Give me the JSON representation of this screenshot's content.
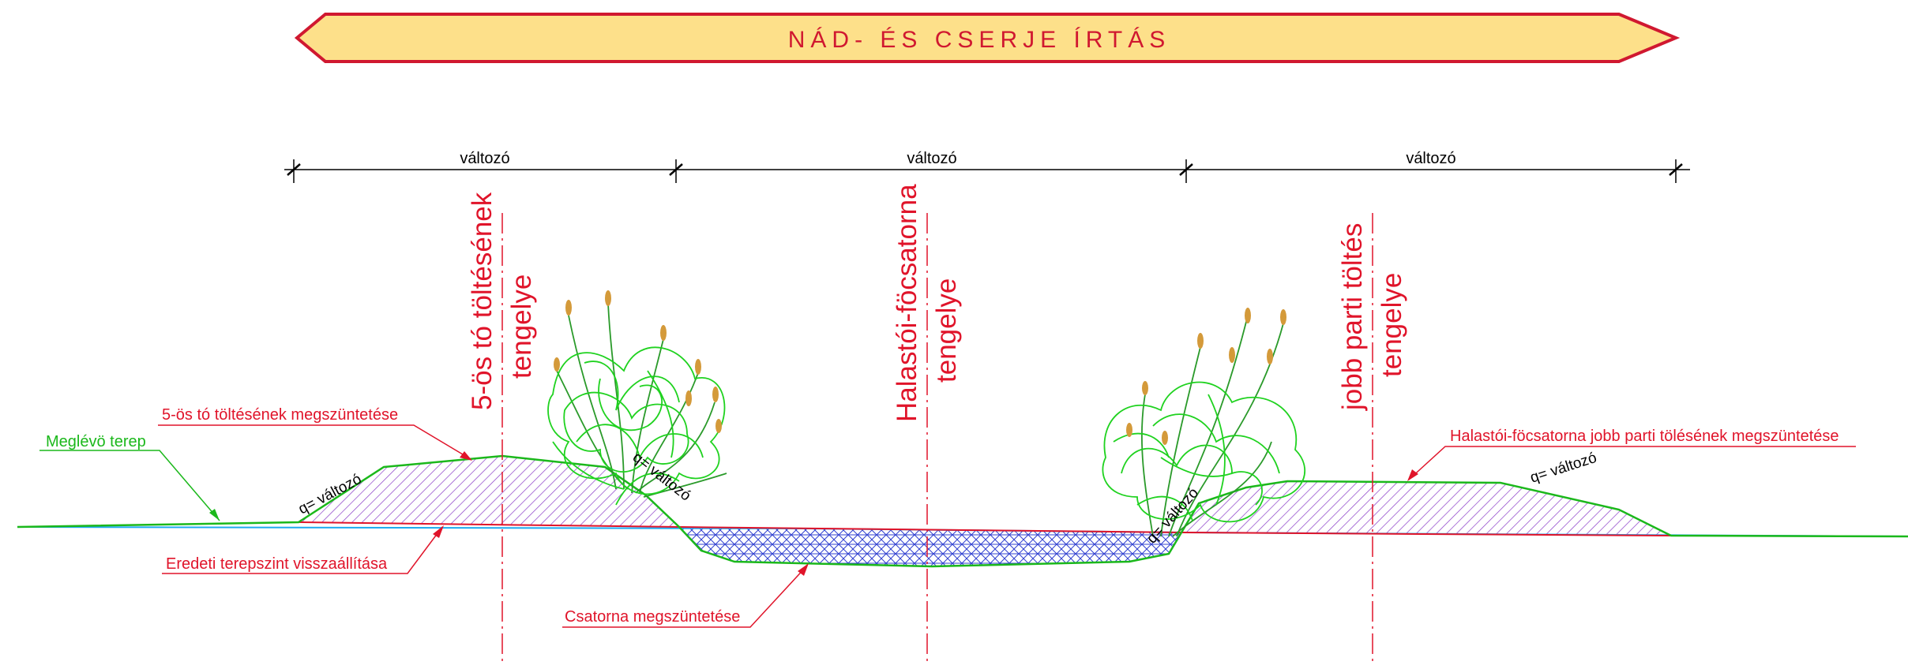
{
  "title": "NÁD- ÉS CSERJE ÍRTÁS",
  "dimensions": [
    "változó",
    "változó",
    "változó"
  ],
  "axes": {
    "left": [
      "5-ös tó töltésének",
      "tengelye"
    ],
    "center": [
      "Halastói-föcsatorna",
      "tengelye"
    ],
    "right": [
      "jobb parti töltés",
      "tengelye"
    ]
  },
  "labels": {
    "existing_terrain": "Meglévö terep",
    "left_embankment_removal": "5-ös tó töltésének megszüntetése",
    "original_level_restore": "Eredeti terepszint visszaállítása",
    "canal_removal": "Csatorna megszüntetése",
    "right_embankment_removal": "Halastói-föcsatorna jobb parti tölésének megszüntetése"
  },
  "slopes": [
    "q= változó",
    "q= változó",
    "q= változó",
    "q= változó"
  ],
  "colors": {
    "title_fill": "#fde08a",
    "title_stroke": "#d01830",
    "red": "#e0142a",
    "green": "#1bb81b",
    "blue": "#1eaaf0",
    "hatch_purple": "#8a3cc8",
    "hatch_blue": "#3040d0",
    "seed": "#d49a3a"
  }
}
